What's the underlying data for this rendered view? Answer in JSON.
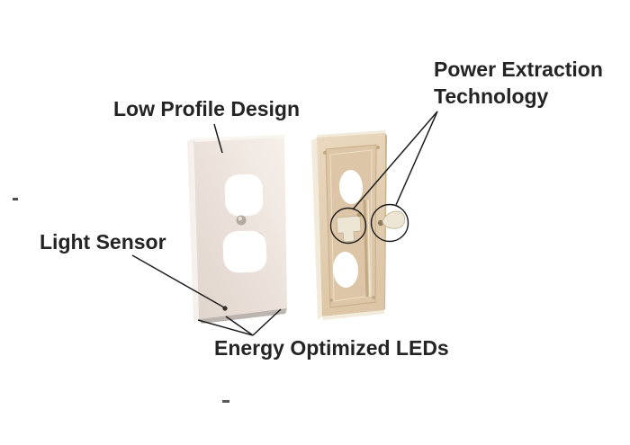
{
  "colors": {
    "background": "#ffffff",
    "text": "#242424",
    "line": "#1c1c1c",
    "front_plate_face": "#e9dfd8",
    "front_plate_side": "#f6f1ed",
    "front_plate_top": "#f9f5f1",
    "front_plate_shadow": "#bcb4ae",
    "back_plate_face": "#e3d1b6",
    "back_plate_recess": "#dcc6a7",
    "back_plate_edge": "#f2ebdb",
    "back_plate_trim": "#c8ad89",
    "prong": "#ede6d5",
    "hole": "#ffffff",
    "screw": "#b3aba0",
    "sensor_dot": "#3a2e25",
    "artifact_dash": "#4f4f4f"
  },
  "annotations": {
    "low_profile": {
      "label": "Low Profile Design"
    },
    "power_extraction": {
      "line1": "Power Extraction",
      "line2": "Technology"
    },
    "light_sensor": {
      "label": "Light Sensor"
    },
    "energy_leds": {
      "label": "Energy Optimized LEDs"
    }
  }
}
